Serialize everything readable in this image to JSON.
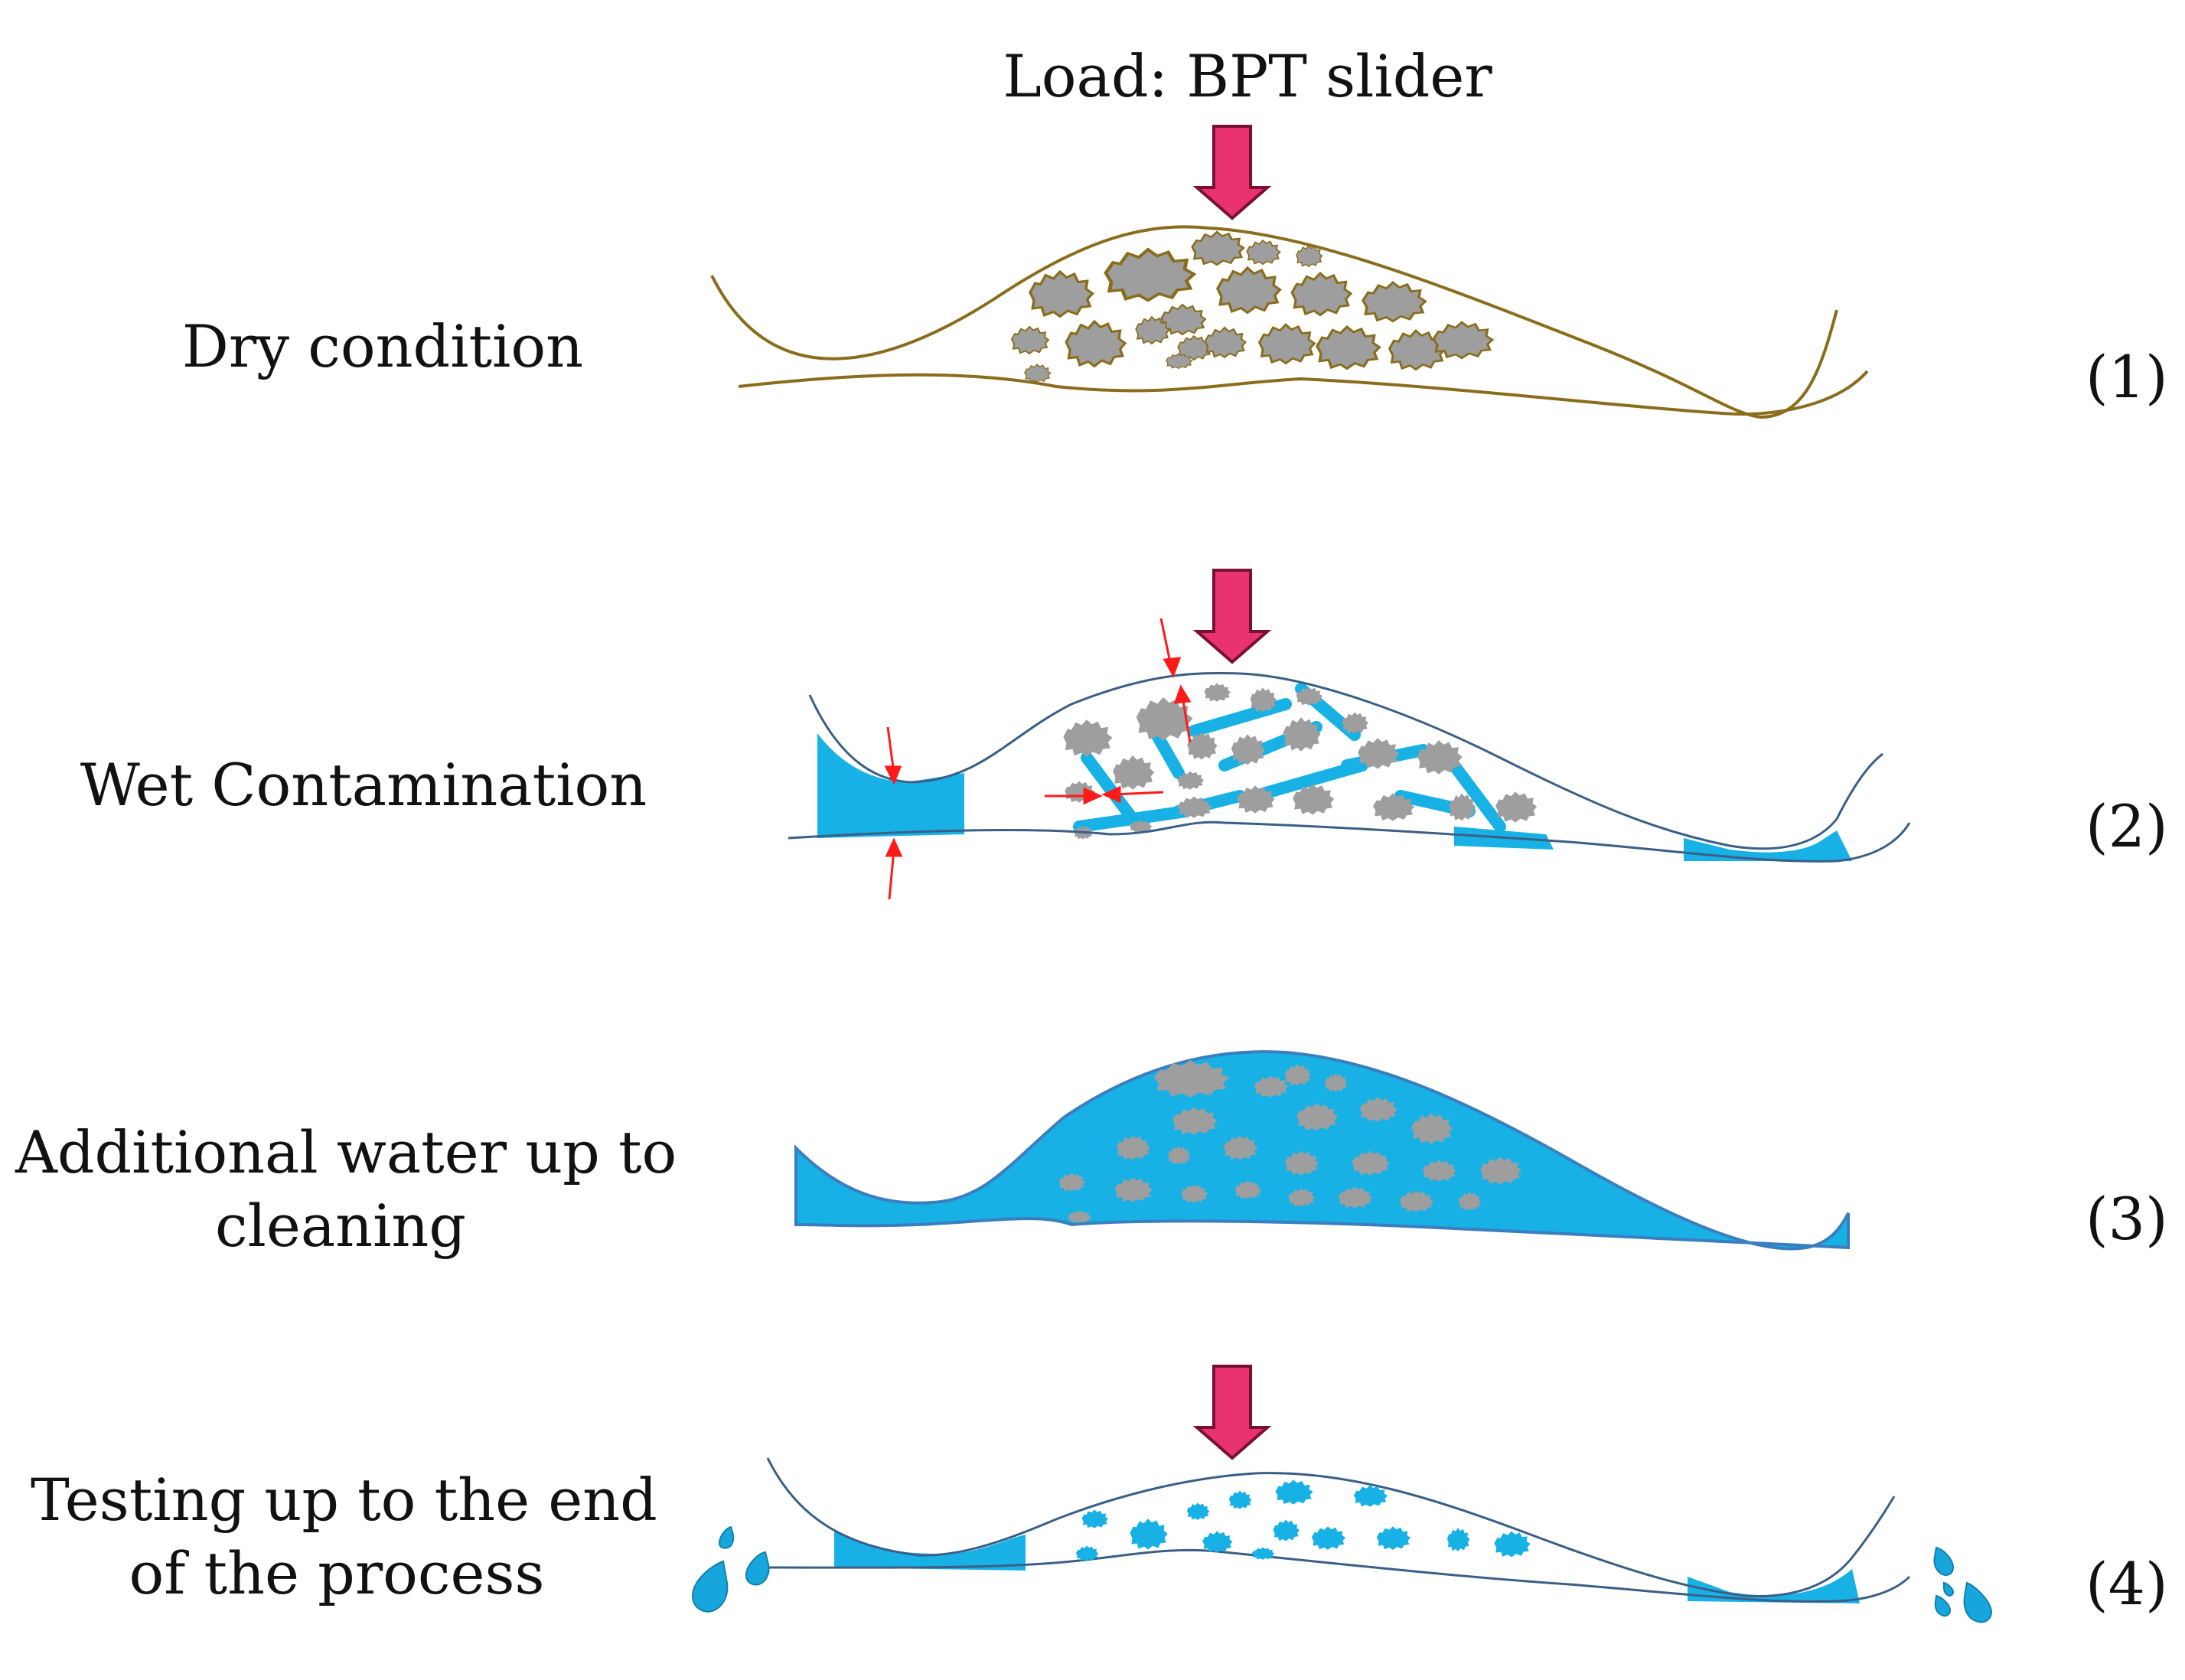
{
  "title": "Load: BPT slider",
  "stages": [
    {
      "label_lines": [
        "Dry condition"
      ],
      "number": "(1)"
    },
    {
      "label_lines": [
        "Wet Contamination"
      ],
      "number": "(2)"
    },
    {
      "label_lines": [
        "Additional water up to",
        "cleaning"
      ],
      "number": "(3)"
    },
    {
      "label_lines": [
        "Testing up to the end",
        "of the process"
      ],
      "number": "(4)"
    }
  ],
  "colors": {
    "arrow_fill": "#e8336f",
    "arrow_stroke": "#7a1030",
    "dry_outline": "#8a6d1c",
    "stone_fill": "#9e9e9e",
    "water": "#17b1e6",
    "water_outline": "#3a5f86",
    "force_arrow": "#ff1a1a"
  },
  "icons": [
    "load-arrow-icon",
    "force-arrow-icon",
    "water-drop-icon"
  ]
}
